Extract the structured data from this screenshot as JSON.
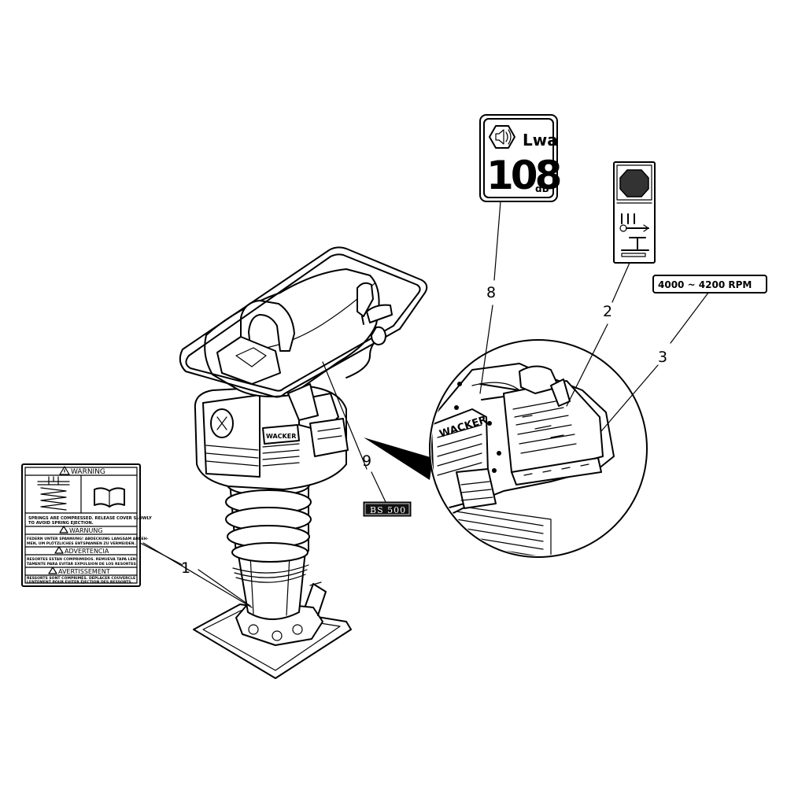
{
  "callouts": [
    {
      "id": "1",
      "label": "1"
    },
    {
      "id": "2",
      "label": "2"
    },
    {
      "id": "3",
      "label": "3"
    },
    {
      "id": "8",
      "label": "8"
    },
    {
      "id": "9",
      "label": "9"
    }
  ],
  "noise_decal": {
    "value": "108",
    "unit": "dB",
    "symbol": "Lwa"
  },
  "rpm_decal": {
    "text": "4000 ~ 4200 RPM"
  },
  "model_decal": {
    "text": "BS 500"
  },
  "machine": {
    "brand_text": "WACKER"
  },
  "warning_decal": {
    "warning_header": "WARNING",
    "warning_text_1": "SPRINGS ARE COMPRESSED. RELEASE COVER SLOWLY",
    "warning_text_2": "TO AVOID SPRING EJECTION.",
    "warnung_header": "WARNUNG",
    "warnung_text_1": "FEDERN UNTER SPANNUNG! ABDECKUNG LANGSAM ABNEH-",
    "warnung_text_2": "MEN, UM PLÖTZLICHES ENTSPANNEN ZU VERMEIDEN.",
    "advertencia_header": "ADVERTENCIA",
    "advertencia_text_1": "RESORTES ESTAN COMPRIMIDOS. REMUEVA TAPA LEN-",
    "advertencia_text_2": "TAMENTE PARA EVITAR EXPULSION DE LOS RESORTES.",
    "avertissement_header": "AVERTISSEMENT",
    "avertissement_text_1": "RESSORTS SONT COMPRIMÉS. DÉPLACER COUVERCLE",
    "avertissement_text_2": "LENTEMENT POUR EVITER ÉJECTION DES RESSORTS."
  }
}
